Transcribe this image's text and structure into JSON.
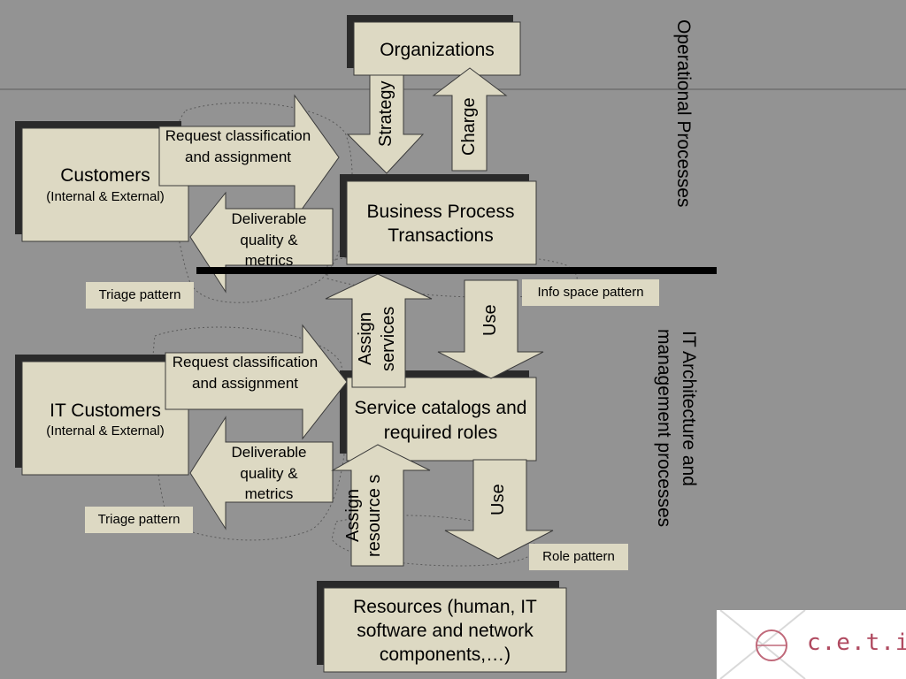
{
  "boxes": {
    "organizations": "Organizations",
    "customers": "Customers",
    "customers_sub": "(Internal & External)",
    "bpt": "Business Process Transactions",
    "it_customers": "IT Customers",
    "it_customers_sub": "(Internal & External)",
    "service_catalogs": "Service catalogs and required roles",
    "resources": "Resources (human, IT software and network components,…)"
  },
  "arrows": {
    "strategy": "Strategy",
    "charge": "Charge",
    "request_top": "Request classification and assignment",
    "deliverable_top": "Deliverable quality & metrics",
    "assign_services": "Assign services",
    "use_top": "Use",
    "request_bottom": "Request classification and assignment",
    "deliverable_bottom": "Deliverable quality & metrics",
    "assign_resources": "Assign resource s",
    "use_bottom": "Use"
  },
  "patterns": {
    "triage_top": "Triage pattern",
    "info_space": "Info space pattern",
    "triage_bottom": "Triage pattern",
    "role": "Role pattern"
  },
  "side_labels": {
    "operational": "Operational Processes",
    "it_architecture_line1": "IT Architecture and",
    "it_architecture_line2": "management processes"
  },
  "logo_text": "c.e.t.i",
  "colors": {
    "background": "#939393",
    "box_fill": "#ddd9c3",
    "shadow": "#2a2a2a",
    "divider": "#000000"
  }
}
